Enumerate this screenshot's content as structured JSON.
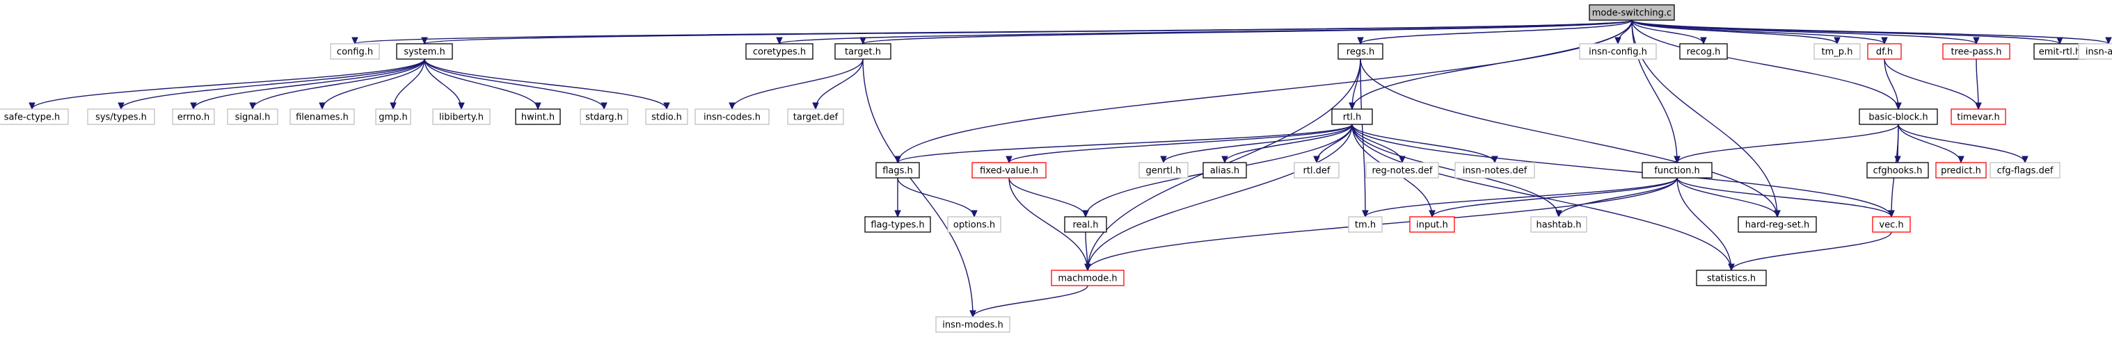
{
  "title": "mode-switching.c",
  "colors": {
    "edge": "#191970",
    "root_fill": "#bfbfbf",
    "documented_border": "#000000",
    "undocumented_border": "#bfbfbf",
    "truncated_border": "#ff0000"
  },
  "nodes": [
    {
      "id": "root",
      "label": "mode-switching.c",
      "style": "root"
    },
    {
      "id": "config",
      "label": "config.h",
      "style": "gray"
    },
    {
      "id": "system",
      "label": "system.h",
      "style": "black"
    },
    {
      "id": "coretypes",
      "label": "coretypes.h",
      "style": "black"
    },
    {
      "id": "target",
      "label": "target.h",
      "style": "black"
    },
    {
      "id": "regs",
      "label": "regs.h",
      "style": "black"
    },
    {
      "id": "insnconfig",
      "label": "insn-config.h",
      "style": "gray"
    },
    {
      "id": "recog",
      "label": "recog.h",
      "style": "black"
    },
    {
      "id": "tmp",
      "label": "tm_p.h",
      "style": "gray"
    },
    {
      "id": "df",
      "label": "df.h",
      "style": "red"
    },
    {
      "id": "treepass",
      "label": "tree-pass.h",
      "style": "red"
    },
    {
      "id": "emitrtl",
      "label": "emit-rtl.h",
      "style": "black"
    },
    {
      "id": "insnattr",
      "label": "insn-attr.h",
      "style": "gray"
    },
    {
      "id": "safectype",
      "label": "safe-ctype.h",
      "style": "gray"
    },
    {
      "id": "systypes",
      "label": "sys/types.h",
      "style": "gray"
    },
    {
      "id": "errno",
      "label": "errno.h",
      "style": "gray"
    },
    {
      "id": "signal",
      "label": "signal.h",
      "style": "gray"
    },
    {
      "id": "filenames",
      "label": "filenames.h",
      "style": "gray"
    },
    {
      "id": "gmp",
      "label": "gmp.h",
      "style": "gray"
    },
    {
      "id": "libiberty",
      "label": "libiberty.h",
      "style": "gray"
    },
    {
      "id": "hwint",
      "label": "hwint.h",
      "style": "black"
    },
    {
      "id": "stdarg",
      "label": "stdarg.h",
      "style": "gray"
    },
    {
      "id": "stdio",
      "label": "stdio.h",
      "style": "gray"
    },
    {
      "id": "insncodes",
      "label": "insn-codes.h",
      "style": "gray"
    },
    {
      "id": "targetdef",
      "label": "target.def",
      "style": "gray"
    },
    {
      "id": "rtl",
      "label": "rtl.h",
      "style": "black"
    },
    {
      "id": "basicblock",
      "label": "basic-block.h",
      "style": "black"
    },
    {
      "id": "timevar",
      "label": "timevar.h",
      "style": "red"
    },
    {
      "id": "flags",
      "label": "flags.h",
      "style": "black"
    },
    {
      "id": "fixedvalue",
      "label": "fixed-value.h",
      "style": "red"
    },
    {
      "id": "genrtl",
      "label": "genrtl.h",
      "style": "gray"
    },
    {
      "id": "alias",
      "label": "alias.h",
      "style": "black"
    },
    {
      "id": "rtldef",
      "label": "rtl.def",
      "style": "gray"
    },
    {
      "id": "regnotes",
      "label": "reg-notes.def",
      "style": "gray"
    },
    {
      "id": "insnnotes",
      "label": "insn-notes.def",
      "style": "gray"
    },
    {
      "id": "function",
      "label": "function.h",
      "style": "black"
    },
    {
      "id": "cfghooks",
      "label": "cfghooks.h",
      "style": "black"
    },
    {
      "id": "predict",
      "label": "predict.h",
      "style": "red"
    },
    {
      "id": "cfgflags",
      "label": "cfg-flags.def",
      "style": "gray"
    },
    {
      "id": "flagtypes",
      "label": "flag-types.h",
      "style": "black"
    },
    {
      "id": "options",
      "label": "options.h",
      "style": "gray"
    },
    {
      "id": "real",
      "label": "real.h",
      "style": "black"
    },
    {
      "id": "tm",
      "label": "tm.h",
      "style": "gray"
    },
    {
      "id": "input",
      "label": "input.h",
      "style": "red"
    },
    {
      "id": "hashtab",
      "label": "hashtab.h",
      "style": "gray"
    },
    {
      "id": "hardregset",
      "label": "hard-reg-set.h",
      "style": "black"
    },
    {
      "id": "vec",
      "label": "vec.h",
      "style": "red"
    },
    {
      "id": "machmode",
      "label": "machmode.h",
      "style": "red"
    },
    {
      "id": "statistics",
      "label": "statistics.h",
      "style": "black"
    },
    {
      "id": "insnmodes",
      "label": "insn-modes.h",
      "style": "gray"
    }
  ],
  "edges": [
    [
      "root",
      "config"
    ],
    [
      "root",
      "system"
    ],
    [
      "root",
      "coretypes"
    ],
    [
      "root",
      "target"
    ],
    [
      "root",
      "regs"
    ],
    [
      "root",
      "insnconfig"
    ],
    [
      "root",
      "recog"
    ],
    [
      "root",
      "tmp"
    ],
    [
      "root",
      "df"
    ],
    [
      "root",
      "treepass"
    ],
    [
      "root",
      "emitrtl"
    ],
    [
      "root",
      "insnattr"
    ],
    [
      "root",
      "flags"
    ],
    [
      "root",
      "rtl"
    ],
    [
      "root",
      "function"
    ],
    [
      "root",
      "basicblock"
    ],
    [
      "root",
      "hardregset"
    ],
    [
      "system",
      "safectype"
    ],
    [
      "system",
      "systypes"
    ],
    [
      "system",
      "errno"
    ],
    [
      "system",
      "signal"
    ],
    [
      "system",
      "filenames"
    ],
    [
      "system",
      "gmp"
    ],
    [
      "system",
      "libiberty"
    ],
    [
      "system",
      "hwint"
    ],
    [
      "system",
      "stdarg"
    ],
    [
      "system",
      "stdio"
    ],
    [
      "target",
      "insncodes"
    ],
    [
      "target",
      "targetdef"
    ],
    [
      "target",
      "insnmodes"
    ],
    [
      "regs",
      "rtl"
    ],
    [
      "regs",
      "machmode"
    ],
    [
      "regs",
      "hardregset"
    ],
    [
      "regs",
      "tm"
    ],
    [
      "df",
      "basicblock"
    ],
    [
      "df",
      "timevar"
    ],
    [
      "treepass",
      "timevar"
    ],
    [
      "rtl",
      "flags"
    ],
    [
      "rtl",
      "fixedvalue"
    ],
    [
      "rtl",
      "real"
    ],
    [
      "rtl",
      "genrtl"
    ],
    [
      "rtl",
      "alias"
    ],
    [
      "rtl",
      "rtldef"
    ],
    [
      "rtl",
      "regnotes"
    ],
    [
      "rtl",
      "insnnotes"
    ],
    [
      "rtl",
      "input"
    ],
    [
      "rtl",
      "hashtab"
    ],
    [
      "rtl",
      "vec"
    ],
    [
      "rtl",
      "statistics"
    ],
    [
      "rtl",
      "machmode"
    ],
    [
      "basicblock",
      "function"
    ],
    [
      "basicblock",
      "cfghooks"
    ],
    [
      "basicblock",
      "predict"
    ],
    [
      "basicblock",
      "cfgflags"
    ],
    [
      "basicblock",
      "vec"
    ],
    [
      "flags",
      "flagtypes"
    ],
    [
      "flags",
      "options"
    ],
    [
      "fixedvalue",
      "real"
    ],
    [
      "fixedvalue",
      "machmode"
    ],
    [
      "real",
      "machmode"
    ],
    [
      "function",
      "tm"
    ],
    [
      "function",
      "input"
    ],
    [
      "function",
      "hashtab"
    ],
    [
      "function",
      "hardregset"
    ],
    [
      "function",
      "vec"
    ],
    [
      "function",
      "statistics"
    ],
    [
      "function",
      "machmode"
    ],
    [
      "vec",
      "statistics"
    ],
    [
      "machmode",
      "insnmodes"
    ]
  ]
}
